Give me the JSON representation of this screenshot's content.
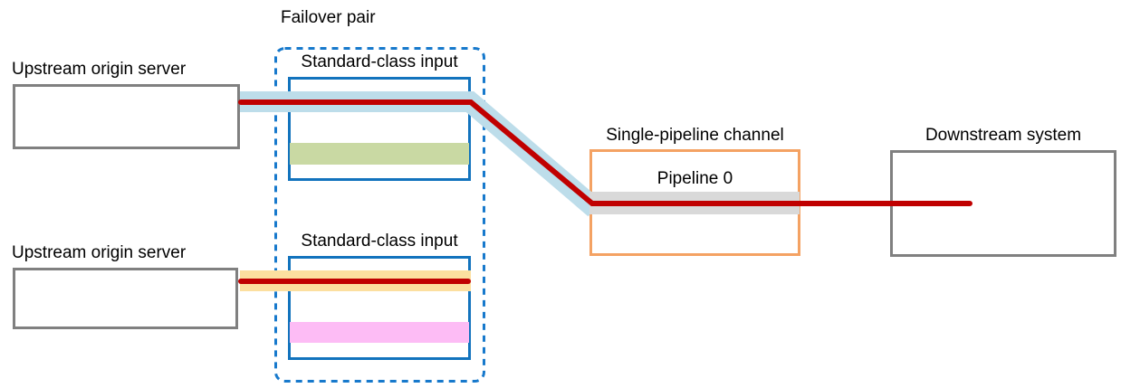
{
  "labels": {
    "failover_pair": "Failover pair",
    "upstream_origin_server_top": "Upstream origin server",
    "upstream_origin_server_bottom": "Upstream origin server",
    "standard_class_input_top": "Standard-class input",
    "standard_class_input_bottom": "Standard-class input",
    "single_pipeline_channel": "Single-pipeline channel",
    "pipeline_0": "Pipeline 0",
    "downstream_system": "Downstream system"
  },
  "colors": {
    "red_line": "#c00000",
    "band_blue": "#bdddea",
    "band_amber": "#fcdf9f",
    "band_green": "#c9d9a3",
    "band_pink": "#fdbcf5",
    "band_gray": "#d9d9d9",
    "border_blue_solid": "#1273bd",
    "border_blue_dashed": "#1779cc",
    "border_orange": "#f4a263",
    "border_gray": "#808080",
    "text": "#000000"
  }
}
